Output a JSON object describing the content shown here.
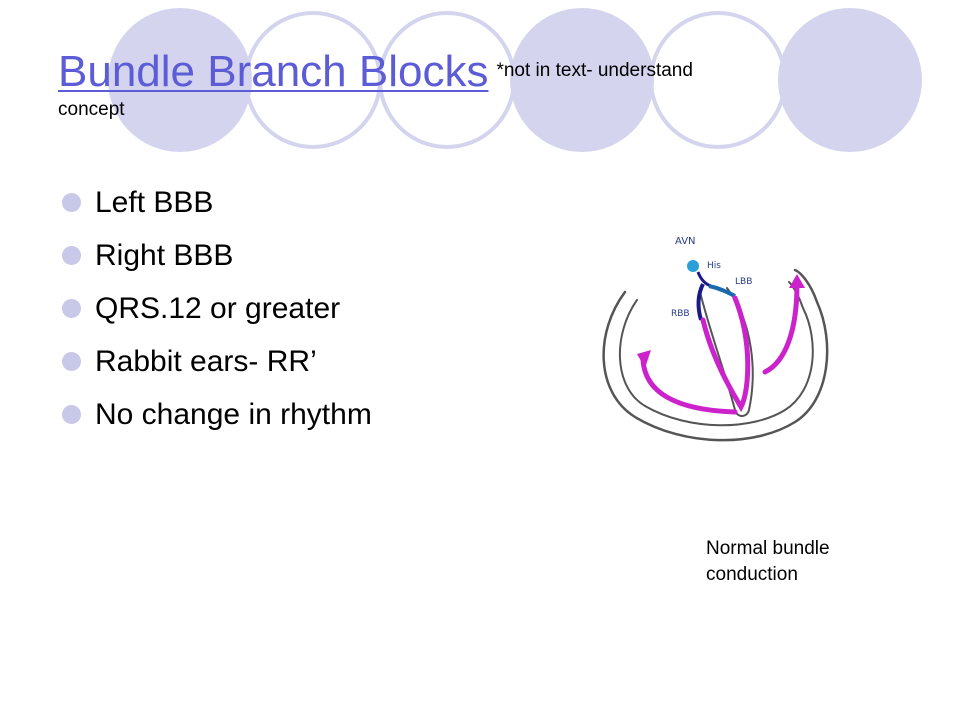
{
  "slide": {
    "title_link": "Bundle Branch Blocks",
    "title_note": "*not in text- understand",
    "title_note_cont": "concept",
    "bullets": [
      "Left BBB",
      "Right BBB",
      "QRS.12 or greater",
      "Rabbit ears- RR’",
      "No change in rhythm"
    ],
    "figure": {
      "labels": {
        "avn": "AVN",
        "his": "His",
        "lbb": "LBB",
        "rbb": "RBB"
      },
      "caption_line1": "Normal bundle",
      "caption_line2": "conduction"
    }
  },
  "colors": {
    "accent_circle": "#d4d4ef",
    "link": "#5c5cd6",
    "bullet": "#c8c8e8",
    "conduction": "#cc22cc",
    "node": "#2aa0d8"
  }
}
